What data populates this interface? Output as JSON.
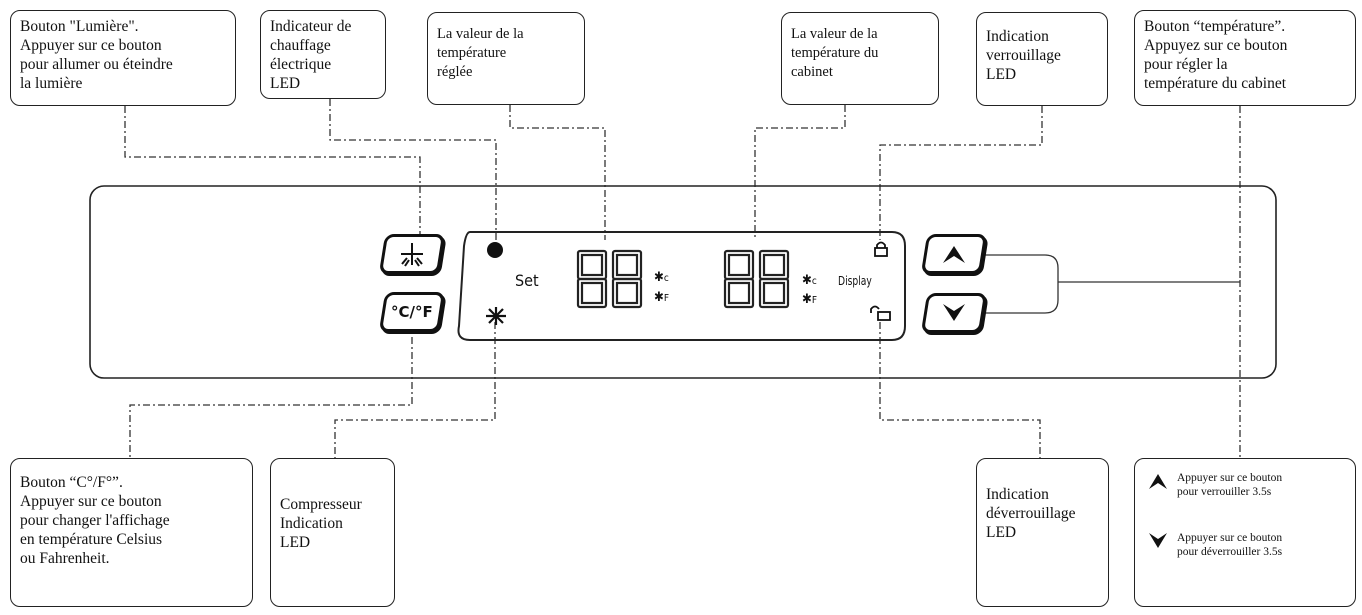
{
  "callouts": {
    "light_button": "Bouton \"Lumière\".\nAppuyer sur ce bouton\npour allumer ou éteindre\nla lumière",
    "heating_led": "Indicateur de\nchauffage\nélectrique\nLED",
    "set_value": "La valeur de la\ntempérature\nréglée",
    "cabinet_value": "La valeur de la\ntempérature du\ncabinet",
    "lock_led": "Indication\nverrouillage\nLED",
    "temp_button": "Bouton “température”.\nAppuyez sur ce bouton\npour régler la\ntempérature du cabinet",
    "cf_button": "Bouton “C°/F°”.\nAppuyer sur ce bouton\npour changer l'affichage\nen température Celsius\nou Fahrenheit.",
    "compressor_led": "Compresseur\nIndication\nLED",
    "unlock_led": "Indication\ndéverrouillage\nLED"
  },
  "legend": {
    "lock_text": "Appuyer sur ce bouton\npour verrouiller 3.5s",
    "unlock_text": "Appuyer sur ce bouton\npour déverrouiller 3.5s"
  },
  "panel": {
    "set_label": "Set",
    "display_label": "Display",
    "cf_button_label": "°C/°F",
    "celsius_unit": "c",
    "fahrenheit_unit": "F",
    "light_icon": "light-icon",
    "heating_icon": "heating-dot-icon",
    "compressor_icon": "compressor-icon",
    "lock_icon": "lock-icon",
    "unlock_icon": "unlock-icon",
    "up_icon": "chevron-up-icon",
    "down_icon": "chevron-down-icon"
  }
}
